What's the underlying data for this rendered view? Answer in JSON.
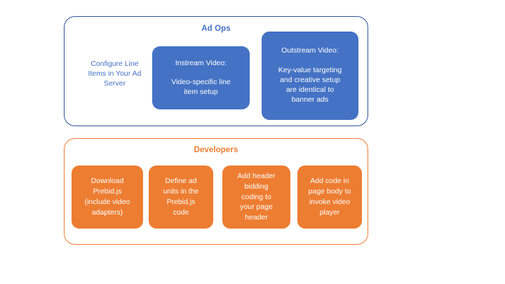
{
  "diagram": {
    "title_hidden": "",
    "groups": [
      {
        "id": "ad-ops",
        "title": "Ad Ops",
        "accent_color": "#4472C4",
        "border_color": "#2E5496",
        "nodes": [
          {
            "id": "configure-line-items",
            "style": "plain",
            "text": "Configure Line\nItems in Your Ad\nServer"
          },
          {
            "id": "instream-video",
            "style": "filled-blue",
            "heading": "Instream Video:",
            "body": "Video-specific line\nitem setup"
          },
          {
            "id": "outstream-video",
            "style": "filled-blue",
            "heading": "Outstream Video:",
            "body": "Key-value targeting\nand creative setup\nare identical to\nbanner ads"
          }
        ]
      },
      {
        "id": "developers",
        "title": "Developers",
        "accent_color": "#ED7D31",
        "border_color": "#ED7D31",
        "nodes": [
          {
            "id": "download-prebid",
            "style": "filled-orange",
            "text": "Download\nPrebid.js\n(include video\nadapters)"
          },
          {
            "id": "define-ad-units",
            "style": "filled-orange",
            "text": "Define ad\nunits in the\nPrebid.js\ncode"
          },
          {
            "id": "add-header-bidding-code",
            "style": "filled-orange",
            "text": "Add header\nbidding\ncoding to\nyour page\nheader"
          },
          {
            "id": "add-page-body-code",
            "style": "filled-orange",
            "text": "Add code in\npage body to\ninvoke video\nplayer"
          }
        ]
      }
    ]
  }
}
